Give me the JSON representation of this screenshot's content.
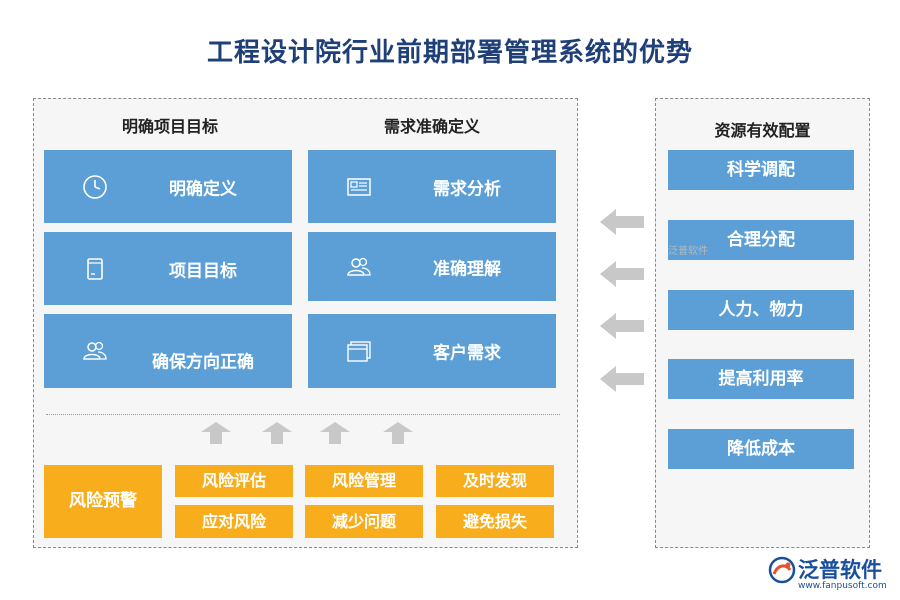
{
  "title": "工程设计院行业前期部署管理系统的优势",
  "left": {
    "col1": {
      "heading": "明确项目目标",
      "items": [
        {
          "label": "明确定义",
          "icon": "clock-icon"
        },
        {
          "label": "项目目标",
          "icon": "document-icon"
        },
        {
          "label": "确保方向正确",
          "icon": "people-icon"
        }
      ]
    },
    "col2": {
      "heading": "需求准确定义",
      "items": [
        {
          "label": "需求分析",
          "icon": "report-icon"
        },
        {
          "label": "准确理解",
          "icon": "people-icon"
        },
        {
          "label": "客户需求",
          "icon": "window-icon"
        }
      ]
    },
    "risk": {
      "main": "风险预警",
      "cells": [
        "风险评估",
        "风险管理",
        "及时发现",
        "应对风险",
        "减少问题",
        "避免损失"
      ]
    }
  },
  "right": {
    "heading": "资源有效配置",
    "items": [
      "科学调配",
      "合理分配",
      "人力、物力",
      "提高利用率",
      "降低成本"
    ]
  },
  "watermark": "泛普软件",
  "logo": {
    "brand": "泛普软件",
    "url": "www.fanpusoft.com"
  },
  "colors": {
    "title": "#1f3f78",
    "blue": "#5b9fd6",
    "orange": "#f8ad1c",
    "arrow": "#c8c8c8"
  }
}
